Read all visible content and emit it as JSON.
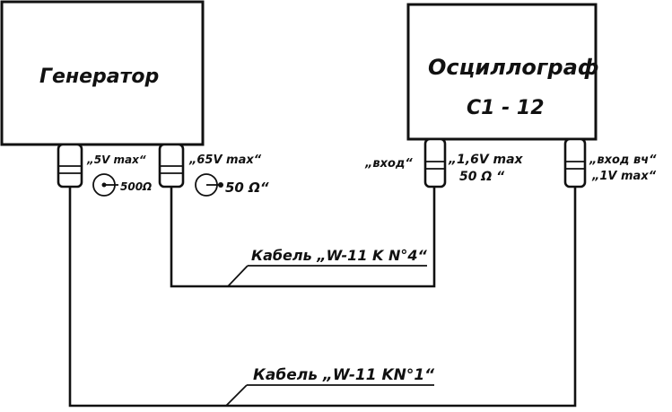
{
  "generator": {
    "label": "Генератор"
  },
  "oscilloscope": {
    "label_line1": "Осциллограф",
    "label_line2": "С1 - 12"
  },
  "generator_outputs": {
    "out1_voltage": "„5V max“",
    "out1_impedance": "500Ω",
    "out2_voltage": "„65V max“",
    "out2_impedance": "50 Ω“"
  },
  "oscilloscope_inputs": {
    "input1_name": "„вход“",
    "input1_spec_line1": "„1,6V max",
    "input1_spec_line2": "50 Ω “",
    "input2_name": "„вход вч“",
    "input2_spec": "„1V max“"
  },
  "cables": {
    "cable_upper": "Кабель „W-11 K N°4“",
    "cable_lower": "Кабель „W-11 KN°1“"
  },
  "colors": {
    "ink": "#111111",
    "paper": "#ffffff"
  }
}
